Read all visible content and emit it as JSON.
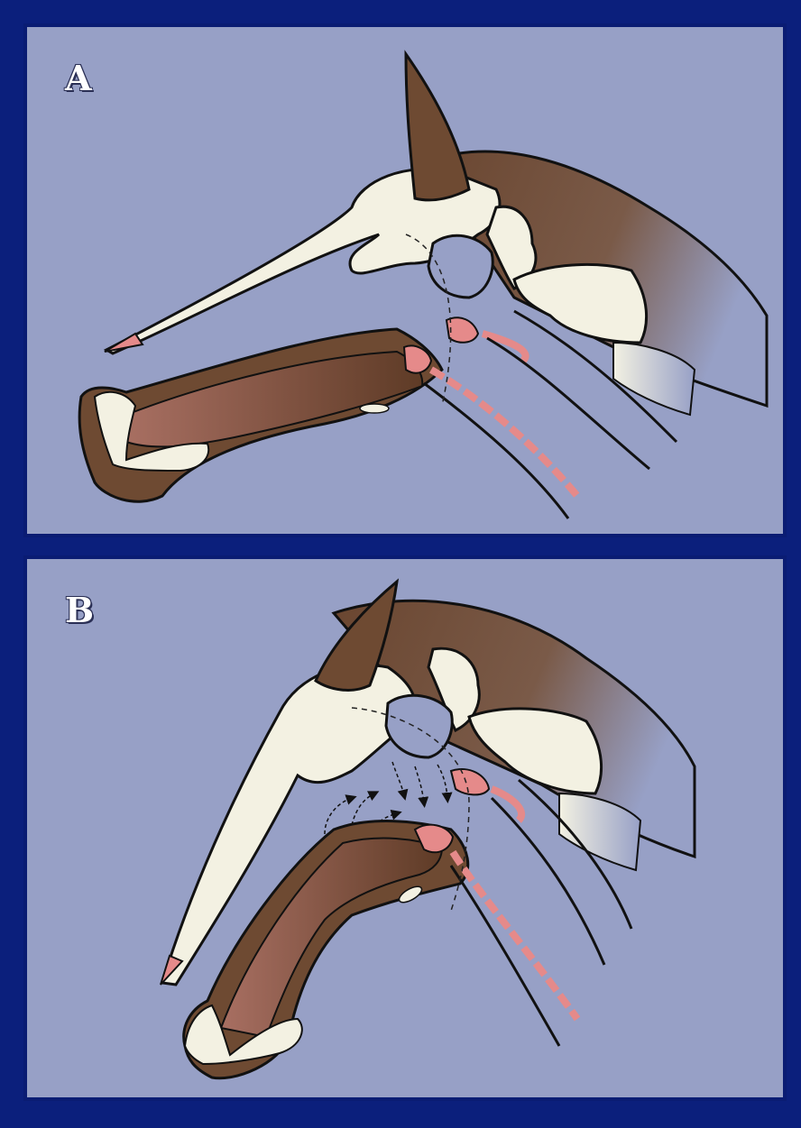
{
  "panels": [
    {
      "id": "A",
      "label": "A"
    },
    {
      "id": "B",
      "label": "B"
    }
  ],
  "colors": {
    "frame": "#0b1f7c",
    "background": "#97a0c6",
    "bone": "#f3f1e2",
    "tissue_brown": "#6e4a32",
    "cartilage_pink": "#e58a8a",
    "outline": "#111111"
  }
}
